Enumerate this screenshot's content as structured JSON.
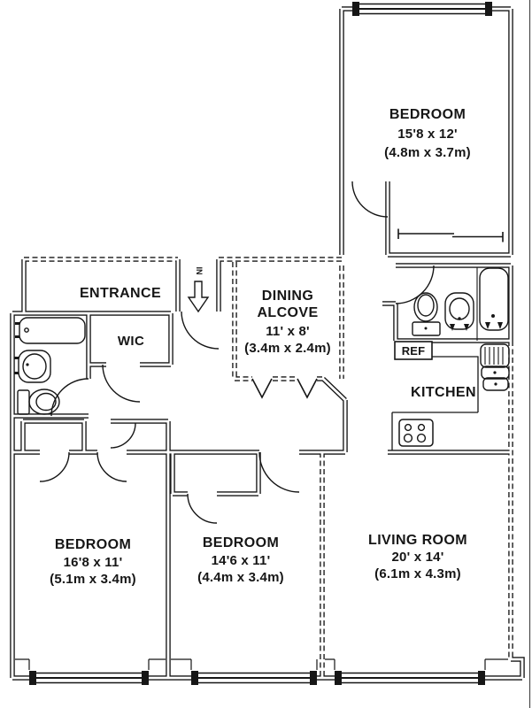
{
  "title": "apartment-floor-plan",
  "colors": {
    "ink": "#161616",
    "paper": "#ffffff"
  },
  "entrance": {
    "label": "ENTRANCE",
    "in_label": "IN"
  },
  "rooms": {
    "bedroom_top": {
      "name": "BEDROOM",
      "dims_ft": "15'8 x 12'",
      "dims_m": "(4.8m x 3.7m)"
    },
    "dining_alcove": {
      "name_line1": "DINING",
      "name_line2": "ALCOVE",
      "dims_ft": "11' x 8'",
      "dims_m": "(3.4m x 2.4m)"
    },
    "wic": {
      "name": "WIC"
    },
    "kitchen": {
      "name": "KITCHEN"
    },
    "bedroom_left": {
      "name": "BEDROOM",
      "dims_ft": "16'8 x 11'",
      "dims_m": "(5.1m x 3.4m)"
    },
    "bedroom_mid": {
      "name": "BEDROOM",
      "dims_ft": "14'6 x 11'",
      "dims_m": "(4.4m x 3.4m)"
    },
    "living_room": {
      "name": "LIVING ROOM",
      "dims_ft": "20' x 14'",
      "dims_m": "(6.1m x 4.3m)"
    }
  },
  "appliances": {
    "refrigerator": "REF"
  },
  "fixtures": [
    "bathtub",
    "sink",
    "toilet",
    "stove",
    "kitchen-sink",
    "refrigerator",
    "closet-slider",
    "door-swing",
    "window"
  ]
}
